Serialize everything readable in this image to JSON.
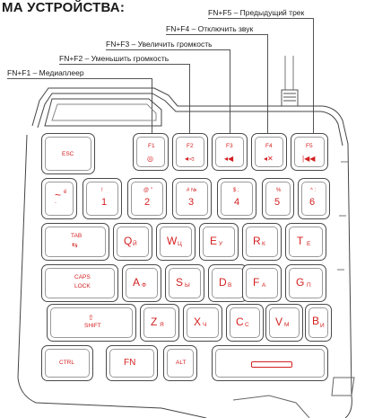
{
  "heading": "МА УСТРОЙСТВА:",
  "callouts": [
    {
      "text": "FN+F5 – Предыдущий трек"
    },
    {
      "text": "FN+F4 – Отключить звук"
    },
    {
      "text": "FN+F3 – Увеличить громкость"
    },
    {
      "text": "FN+F2 – Уменьшить громкость"
    },
    {
      "text": "FN+F1 – Медиаплеер"
    }
  ],
  "keys": {
    "esc": "ESC",
    "f1": "F1",
    "f2": "F2",
    "f3": "F3",
    "f4": "F4",
    "f5": "F5",
    "f1_icon": "◎",
    "f2_icon": "◂◅",
    "f3_icon": "◂◀",
    "f4_icon": "◂✕",
    "f5_icon": "|◀◀",
    "tilde_main": "~",
    "tilde_sym": "ё",
    "tilde_sub": "`",
    "n1": "1",
    "n1_sym": "!",
    "n2": "2",
    "n2_sym": "@ \"",
    "n3": "3",
    "n3_sym": "# №",
    "n4": "4",
    "n4_sym": "$ ;",
    "n5": "5",
    "n5_sym": "%",
    "n6": "6",
    "n6_sym": "^ :",
    "tab": "TAB",
    "tab_icon": "⇆",
    "q": "Q",
    "q_cyr": "Й",
    "w": "W",
    "w_cyr": "Ц",
    "e": "E",
    "e_cyr": "У",
    "r": "R",
    "r_cyr": "К",
    "t": "T",
    "t_cyr": "Е",
    "caps1": "CAPS",
    "caps2": "LOCK",
    "a": "A",
    "a_cyr": "Ф",
    "s": "S",
    "s_cyr": "Ы",
    "d": "D",
    "d_cyr": "В",
    "f": "F",
    "f_cyr": "А",
    "g": "G",
    "g_cyr": "П",
    "shift_icon": "⇧",
    "shift": "SHIFT",
    "z": "Z",
    "z_cyr": "Я",
    "x": "X",
    "x_cyr": "Ч",
    "c": "C",
    "c_cyr": "С",
    "v": "V",
    "v_cyr": "М",
    "b": "B",
    "b_cyr": "И",
    "ctrl": "CTRL",
    "fn": "FN",
    "alt": "ALT"
  },
  "colors": {
    "legend": "#d42020",
    "outline": "#4a4a4a"
  }
}
